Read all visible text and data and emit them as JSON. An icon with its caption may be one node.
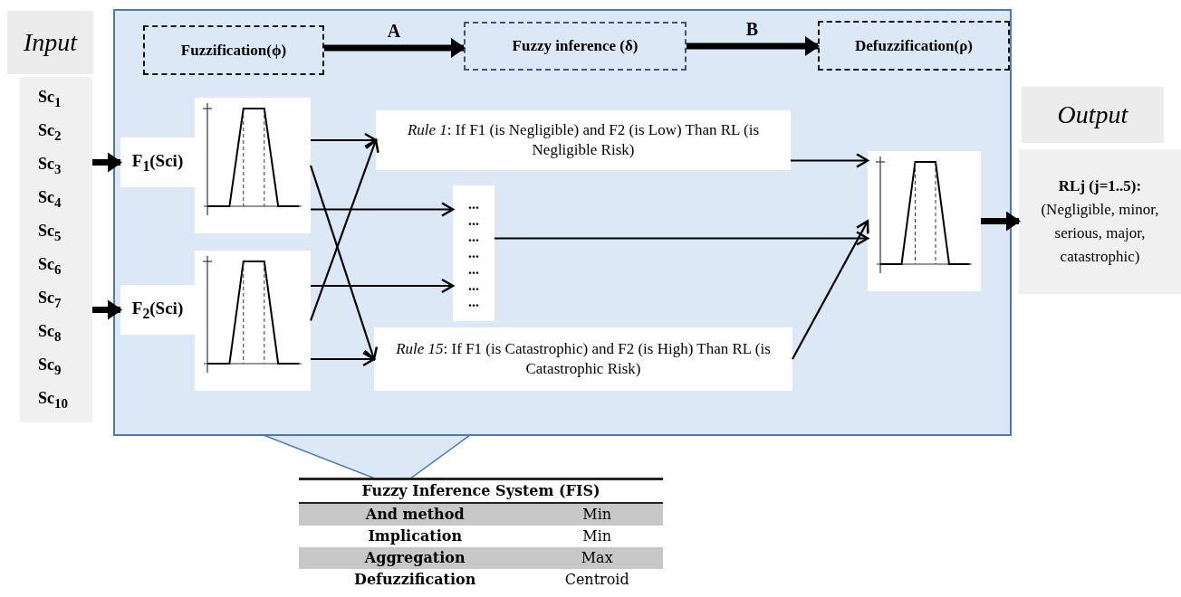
{
  "diagram": {
    "nodes": [
      {
        "text": [
          "Input"
        ]
      },
      {
        "text": [
          "Sc$_{1}$",
          "Sc$_{2}$",
          "Sc$_{3}$",
          "Sc$_{4}$",
          "Sc$_{5}$",
          "Sc$_{6}$",
          "Sc$_{7}$",
          "Sc$_{8}$",
          "Sc$_{9}$",
          "Sc$_{10}$"
        ]
      },
      {
        "text": [],
        "shape": "box"
      },
      {
        "text": [
          "Fuzzification(ϕ)"
        ],
        "in": 2
      },
      {
        "text": [
          "Fuzzy inference (δ)"
        ],
        "in": 2
      },
      {
        "text": [
          "Defuzzification(ρ)"
        ],
        "in": 2
      },
      {
        "text": [
          "F$_{1}$(Sci)"
        ],
        "in": 2
      },
      {
        "text": [],
        "shape": "picture",
        "in": 2
      },
      {
        "text": [
          "F$_{2}$(Sci)"
        ],
        "in": 2
      },
      {
        "text": [],
        "shape": "picture",
        "in": 2
      },
      {
        "text": [
          "*Rule 1*: If F1 (is Negligible) and F2 (is Low) Than RL (is Negligible Risk)"
        ],
        "in": 2
      },
      {
        "text": [
          "... ... ... ... ... ... ..."
        ],
        "in": 2
      },
      {
        "text": [
          "*Rule 15*: If F1 (is Catastrophic) and F2 (is High) Than RL (is Catastrophic Risk)"
        ],
        "in": 2
      },
      {
        "text": [],
        "shape": "picture",
        "in": 2
      },
      {
        "text": [
          "Output"
        ]
      },
      {
        "text": [
          "**RLj (j=1..5):** (Negligible, minor, serious, major, catastrophic)"
        ]
      },
      {
        "text": [],
        "shape": "triangle"
      }
    ],
    "edges": [
      {
        "from": 1,
        "to": 6,
        "arrow": "to",
        "style": "thick"
      },
      {
        "from": 1,
        "to": 8,
        "arrow": "to",
        "style": "thick"
      },
      {
        "from": 3,
        "to": 4,
        "arrow": "to",
        "style": "thick",
        "label": "A"
      },
      {
        "from": 4,
        "to": 5,
        "arrow": "to",
        "style": "thick",
        "label": "B"
      },
      {
        "from": 7,
        "to": 10,
        "arrow": "to"
      },
      {
        "from": 7,
        "to": 11,
        "arrow": "to"
      },
      {
        "from": 7,
        "to": 12,
        "arrow": "to"
      },
      {
        "from": 9,
        "to": 10,
        "arrow": "to"
      },
      {
        "from": 9,
        "to": 11,
        "arrow": "to"
      },
      {
        "from": 9,
        "to": 12,
        "arrow": "to"
      },
      {
        "from": 10,
        "to": 13,
        "arrow": "to"
      },
      {
        "from": 11,
        "to": 13,
        "arrow": "to"
      },
      {
        "from": 12,
        "to": 13,
        "arrow": "to"
      },
      {
        "from": 13,
        "to": 15,
        "arrow": "to",
        "style": "thick"
      }
    ],
    "labels": [
      "Fuzzy Inference System (FIS)",
      "And method",
      "Min",
      "Implication",
      "Min",
      "Aggregation",
      "Max",
      "Defuzzification",
      "Centroid"
    ]
  }
}
